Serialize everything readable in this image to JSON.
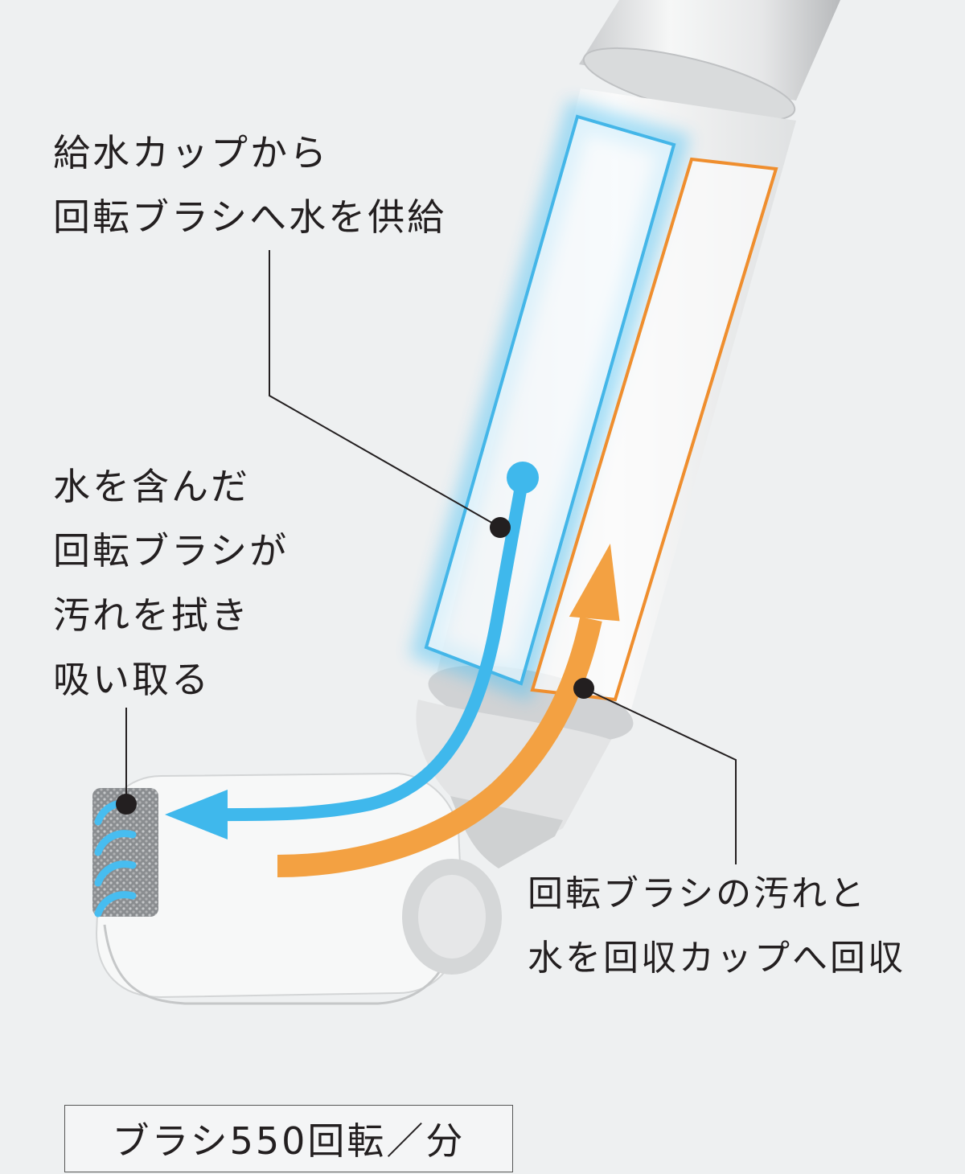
{
  "callouts": {
    "water_supply": [
      "給水カップから",
      "回転ブラシへ水を供給"
    ],
    "brush_wipe": [
      "水を含んだ",
      "回転ブラシが",
      "汚れを拭き",
      "吸い取る"
    ],
    "collection": [
      "回転ブラシの汚れと",
      "水を回収カップへ回収"
    ]
  },
  "spec_box": "ブラシ550回転／分",
  "colors": {
    "water_flow": "#3fb8ec",
    "dirt_flow": "#f3a142",
    "supply_cup_outline": "#44b6e8",
    "collection_cup_outline": "#ef8e2e",
    "leader_line": "#231f20",
    "background": "#eef0f1"
  }
}
